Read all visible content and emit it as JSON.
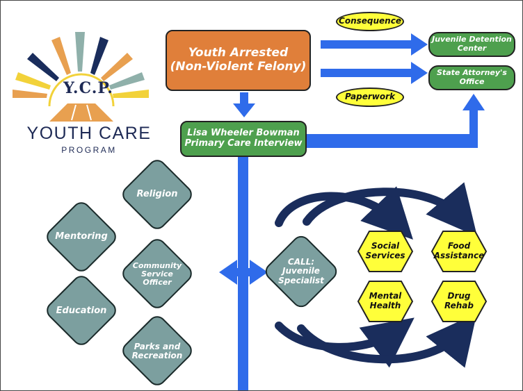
{
  "logo": {
    "initials": "Y.C.P.",
    "name": "YOUTH CARE",
    "tagline": "PROGRAM"
  },
  "flow": {
    "start_line1": "Youth Arrested",
    "start_line2": "(Non-Violent Felony)",
    "interview_line1": "Lisa Wheeler Bowman",
    "interview_line2": "Primary Care Interview",
    "consequence": "Consequence",
    "paperwork": "Paperwork",
    "detention_line1": "Juvenile Detention",
    "detention_line2": "Center",
    "attorney_line1": "State Attorney's",
    "attorney_line2": "Office"
  },
  "resources": {
    "religion": "Religion",
    "mentoring": "Mentoring",
    "cso_line1": "Community",
    "cso_line2": "Service",
    "cso_line3": "Officer",
    "education": "Education",
    "parks_line1": "Parks and",
    "parks_line2": "Recreation"
  },
  "specialist": {
    "line1": "CALL:",
    "line2": "Juvenile",
    "line3": "Specialist"
  },
  "services": {
    "social_line1": "Social",
    "social_line2": "Services",
    "food_line1": "Food",
    "food_line2": "Assistance",
    "mental_line1": "Mental",
    "mental_line2": "Health",
    "drug_line1": "Drug",
    "drug_line2": "Rehab"
  },
  "colors": {
    "arrow_blue": "#2f6bea",
    "navy": "#1a2d5c",
    "orange": "#e07f3a",
    "green": "#4ea04e",
    "yellow": "#ffff3a",
    "diamond": "#7c9f9f"
  }
}
